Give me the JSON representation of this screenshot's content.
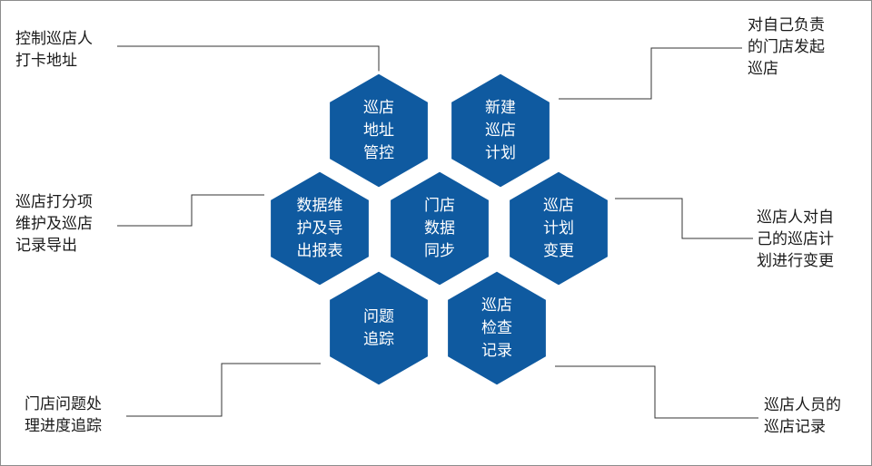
{
  "colors": {
    "hex_fill": "#0f5aa0",
    "hex_stroke": "#ffffff",
    "line": "#333333",
    "text": "#1a1a1a"
  },
  "hexagons": [
    {
      "id": "address",
      "lines": [
        "巡店",
        "地址",
        "管控"
      ]
    },
    {
      "id": "new-plan",
      "lines": [
        "新建",
        "巡店",
        "计划"
      ]
    },
    {
      "id": "data-maint",
      "lines": [
        "数据维",
        "护及导",
        "出报表"
      ]
    },
    {
      "id": "sync",
      "lines": [
        "门店",
        "数据",
        "同步"
      ]
    },
    {
      "id": "change",
      "lines": [
        "巡店",
        "计划",
        "变更"
      ]
    },
    {
      "id": "issue",
      "lines": [
        "问题",
        "追踪"
      ]
    },
    {
      "id": "record",
      "lines": [
        "巡店",
        "检查",
        "记录"
      ]
    }
  ],
  "callouts": [
    {
      "id": "address",
      "lines": [
        "控制巡店人",
        "打卡地址"
      ]
    },
    {
      "id": "new-plan",
      "lines": [
        "对自己负责",
        "的门店发起",
        "巡店"
      ]
    },
    {
      "id": "data-maint",
      "lines": [
        "巡店打分项",
        "维护及巡店",
        "记录导出"
      ]
    },
    {
      "id": "change",
      "lines": [
        "巡店人对自",
        "己的巡店计",
        "划进行变更"
      ]
    },
    {
      "id": "issue",
      "lines": [
        "门店问题处",
        "理进度追踪"
      ]
    },
    {
      "id": "record",
      "lines": [
        "巡店人员的",
        "巡店记录"
      ]
    }
  ]
}
